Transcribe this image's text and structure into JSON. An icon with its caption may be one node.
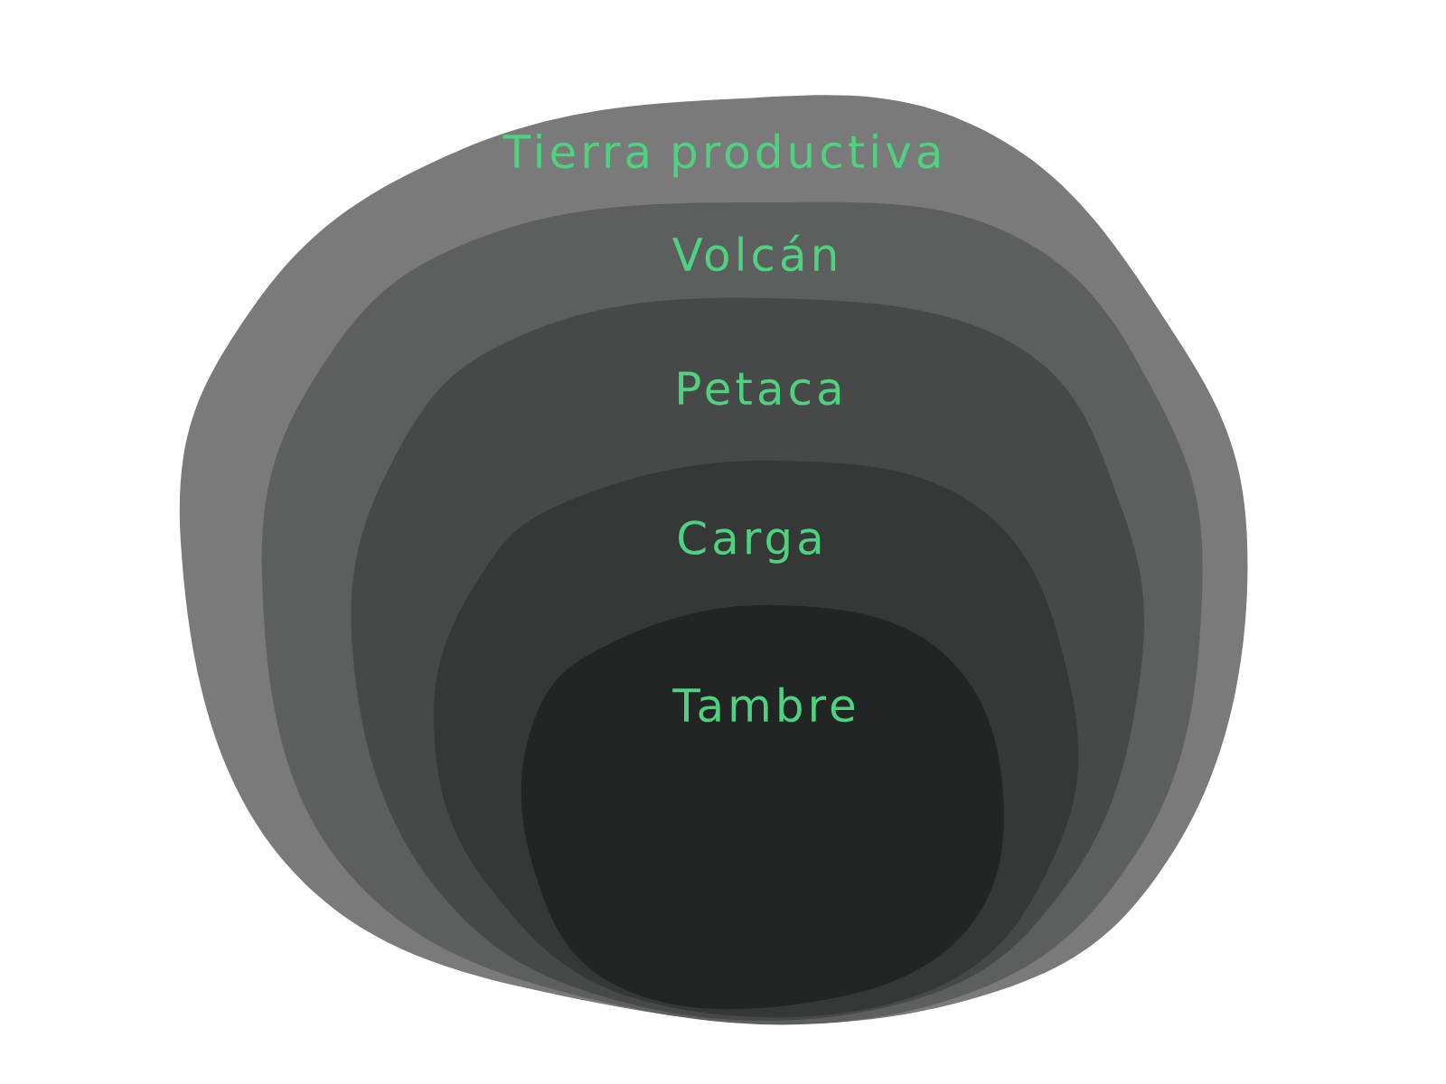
{
  "diagram": {
    "nodes": [
      {
        "text": [
          "Tierra productiva"
        ]
      },
      {
        "text": [
          "Volcán"
        ],
        "in": 0
      },
      {
        "text": [
          "Petaca"
        ],
        "in": 1
      },
      {
        "text": [
          "Carga"
        ],
        "in": 2
      },
      {
        "text": [
          "Tambre"
        ],
        "in": 3
      }
    ]
  }
}
